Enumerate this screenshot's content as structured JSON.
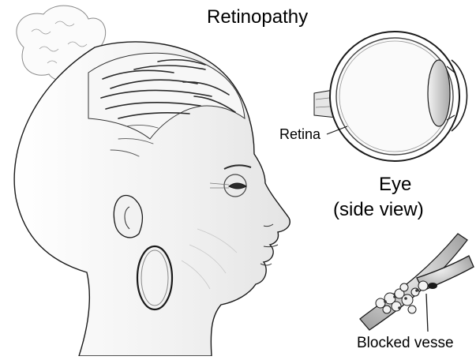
{
  "diagram": {
    "title": "Retinopathy",
    "labels": {
      "retina": "Retina",
      "eye_line1": "Eye",
      "eye_line2": "(side view)",
      "blocked": "Blocked vesse"
    }
  },
  "colors": {
    "line": "#1a1a1a",
    "skin_shade": "#d8d8d8",
    "hair_dark": "#2a2a2a",
    "vessel_fill": "#bfbfbf",
    "lens_fill": "#cfcfcf"
  }
}
